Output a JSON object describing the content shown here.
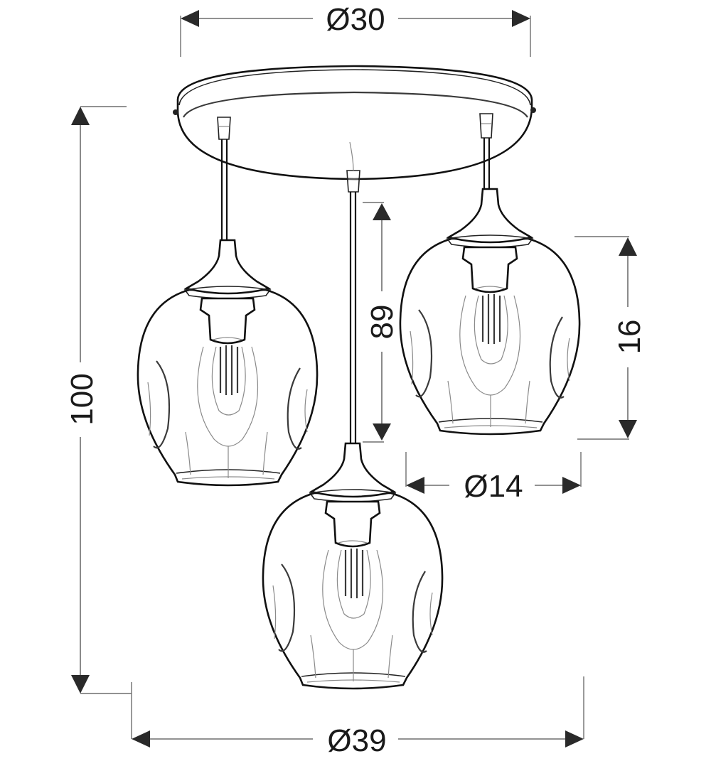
{
  "figure": {
    "subject": "Three-light pendant ceiling lamp with round canopy and dimpled glass shades",
    "units": "cm",
    "colors": {
      "line": "#111111",
      "dimension": "#6e6e6e",
      "arrow": "#2a2a2a",
      "background": "#ffffff"
    }
  },
  "dimensions": {
    "canopy_diameter": {
      "label": "Ø30",
      "value": 30,
      "kind": "diameter"
    },
    "total_height": {
      "label": "100",
      "value": 100,
      "kind": "height"
    },
    "max_drop": {
      "label": "89",
      "value": 89,
      "kind": "height"
    },
    "shade_height": {
      "label": "16",
      "value": 16,
      "kind": "height"
    },
    "shade_diameter": {
      "label": "Ø14",
      "value": 14,
      "kind": "diameter"
    },
    "overall_width": {
      "label": "Ø39",
      "value": 39,
      "kind": "diameter"
    }
  },
  "components": {
    "canopy": {
      "name": "Round ceiling canopy"
    },
    "pendants": [
      {
        "name": "Left pendant",
        "position": "left-high"
      },
      {
        "name": "Center pendant",
        "position": "center-low"
      },
      {
        "name": "Right pendant",
        "position": "right-high"
      }
    ]
  }
}
